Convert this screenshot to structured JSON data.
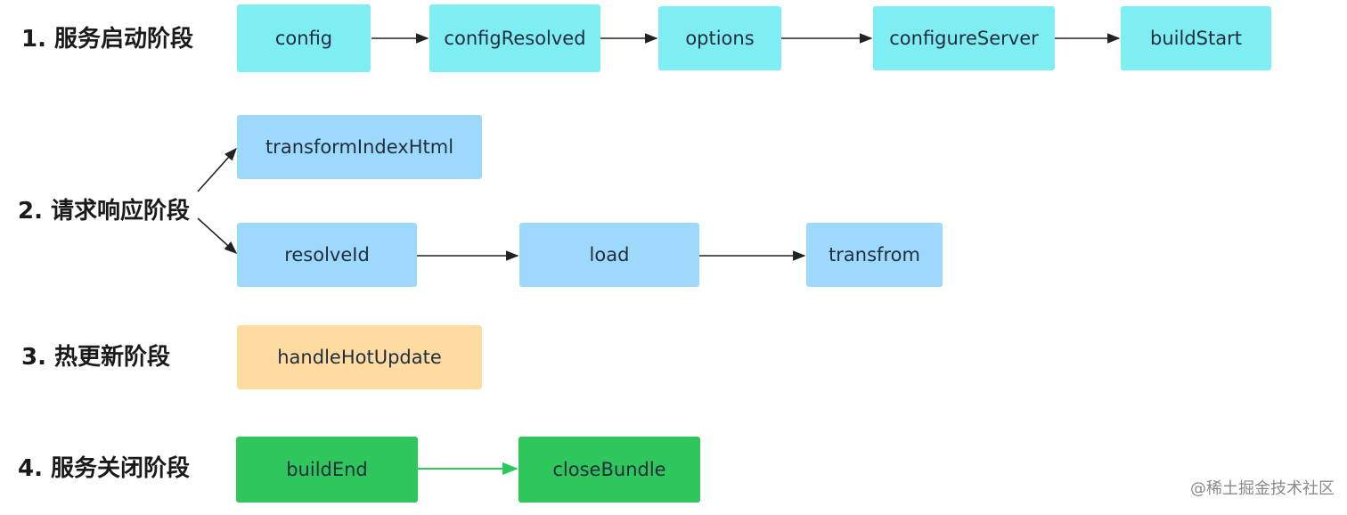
{
  "stages": [
    {
      "label": "1. 服务启动阶段"
    },
    {
      "label": "2. 请求响应阶段"
    },
    {
      "label": "3. 热更新阶段"
    },
    {
      "label": "4. 服务关闭阶段"
    }
  ],
  "nodes": {
    "config": "config",
    "configResolved": "configResolved",
    "options": "options",
    "configureServer": "configureServer",
    "buildStart": "buildStart",
    "transformIndexHtml": "transformIndexHtml",
    "resolveId": "resolveId",
    "load": "load",
    "transfrom": "transfrom",
    "handleHotUpdate": "handleHotUpdate",
    "buildEnd": "buildEnd",
    "closeBundle": "closeBundle"
  },
  "edges": [
    {
      "from": "config",
      "to": "configResolved"
    },
    {
      "from": "configResolved",
      "to": "options"
    },
    {
      "from": "options",
      "to": "configureServer"
    },
    {
      "from": "configureServer",
      "to": "buildStart"
    },
    {
      "from": "2. 请求响应阶段",
      "to": "transformIndexHtml"
    },
    {
      "from": "2. 请求响应阶段",
      "to": "resolveId"
    },
    {
      "from": "resolveId",
      "to": "load"
    },
    {
      "from": "load",
      "to": "transfrom"
    },
    {
      "from": "buildEnd",
      "to": "closeBundle"
    }
  ],
  "colors": {
    "startup_node": "#7eeef2",
    "request_node": "#9dd9fb",
    "hmr_node": "#fedba1",
    "shutdown_node": "#2fc65c",
    "arrow": "#222222",
    "shutdown_arrow": "#2fc65c"
  },
  "watermark": "@稀土掘金技术社区"
}
